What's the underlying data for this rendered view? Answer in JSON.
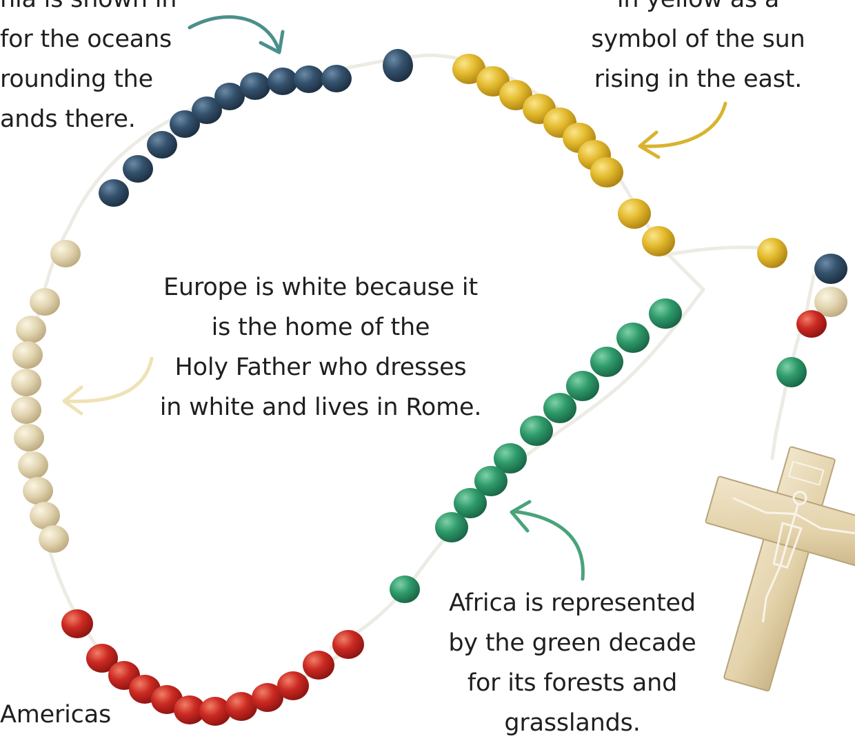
{
  "colors": {
    "oceania_blue": "#2e4a64",
    "asia_yellow": "#e0b52a",
    "europe_white": "#ddd0ac",
    "africa_green": "#2d9a6a",
    "americas_red": "#c8231f",
    "crucifix_wood": "#e6d7b4",
    "arrow_teal": "#4b8f8c",
    "arrow_gold": "#d9b32e",
    "arrow_cream": "#efe2b4",
    "arrow_green": "#4aa37a",
    "cord": "#f2f2ee"
  },
  "captions": {
    "oceania": [
      "nia is shown in",
      "for the oceans",
      "rounding the",
      "ands there."
    ],
    "asia": [
      "in yellow as a",
      "symbol of the sun",
      "rising in the east."
    ],
    "europe": [
      "Europe is white because it",
      "is the home of the",
      "Holy Father who dresses",
      "in white and lives in Rome."
    ],
    "africa": [
      "Africa is represented",
      "by the green decade",
      "for its forests and",
      "grasslands."
    ],
    "americas": [
      "Americas"
    ]
  },
  "icons": {
    "crucifix": "crucifix-icon",
    "arrows": [
      "curved-arrow-icon"
    ]
  }
}
